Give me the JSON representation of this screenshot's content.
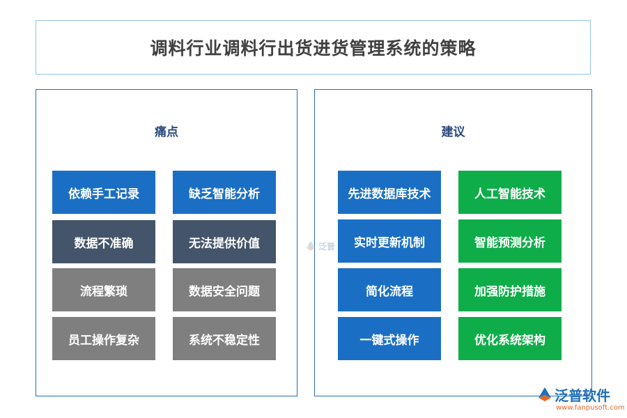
{
  "title": "调料行业调料行出货进货管理系统的策略",
  "pain_points": {
    "heading": "痛点",
    "items": [
      {
        "label": "依赖手工记录",
        "color": "#1a6fc4"
      },
      {
        "label": "缺乏智能分析",
        "color": "#1a6fc4"
      },
      {
        "label": "数据不准确",
        "color": "#44546a"
      },
      {
        "label": "无法提供价值",
        "color": "#44546a"
      },
      {
        "label": "流程繁琐",
        "color": "#7f7f7f"
      },
      {
        "label": "数据安全问题",
        "color": "#7f7f7f"
      },
      {
        "label": "员工操作复杂",
        "color": "#7f7f7f"
      },
      {
        "label": "系统不稳定性",
        "color": "#7f7f7f"
      }
    ]
  },
  "suggestions": {
    "heading": "建议",
    "items": [
      {
        "label": "先进数据库技术",
        "color": "#1a6fc4"
      },
      {
        "label": "人工智能技术",
        "color": "#0fad4a"
      },
      {
        "label": "实时更新机制",
        "color": "#1a6fc4"
      },
      {
        "label": "智能预测分析",
        "color": "#0fad4a"
      },
      {
        "label": "简化流程",
        "color": "#1a6fc4"
      },
      {
        "label": "加强防护措施",
        "color": "#0fad4a"
      },
      {
        "label": "一键式操作",
        "color": "#1a6fc4"
      },
      {
        "label": "优化系统架构",
        "color": "#0fad4a"
      }
    ]
  },
  "watermark": {
    "text": "泛普"
  },
  "brand": {
    "name": "泛普软件",
    "url": "www.fanpusoft.com",
    "icon": "fanpu-logo-icon"
  }
}
